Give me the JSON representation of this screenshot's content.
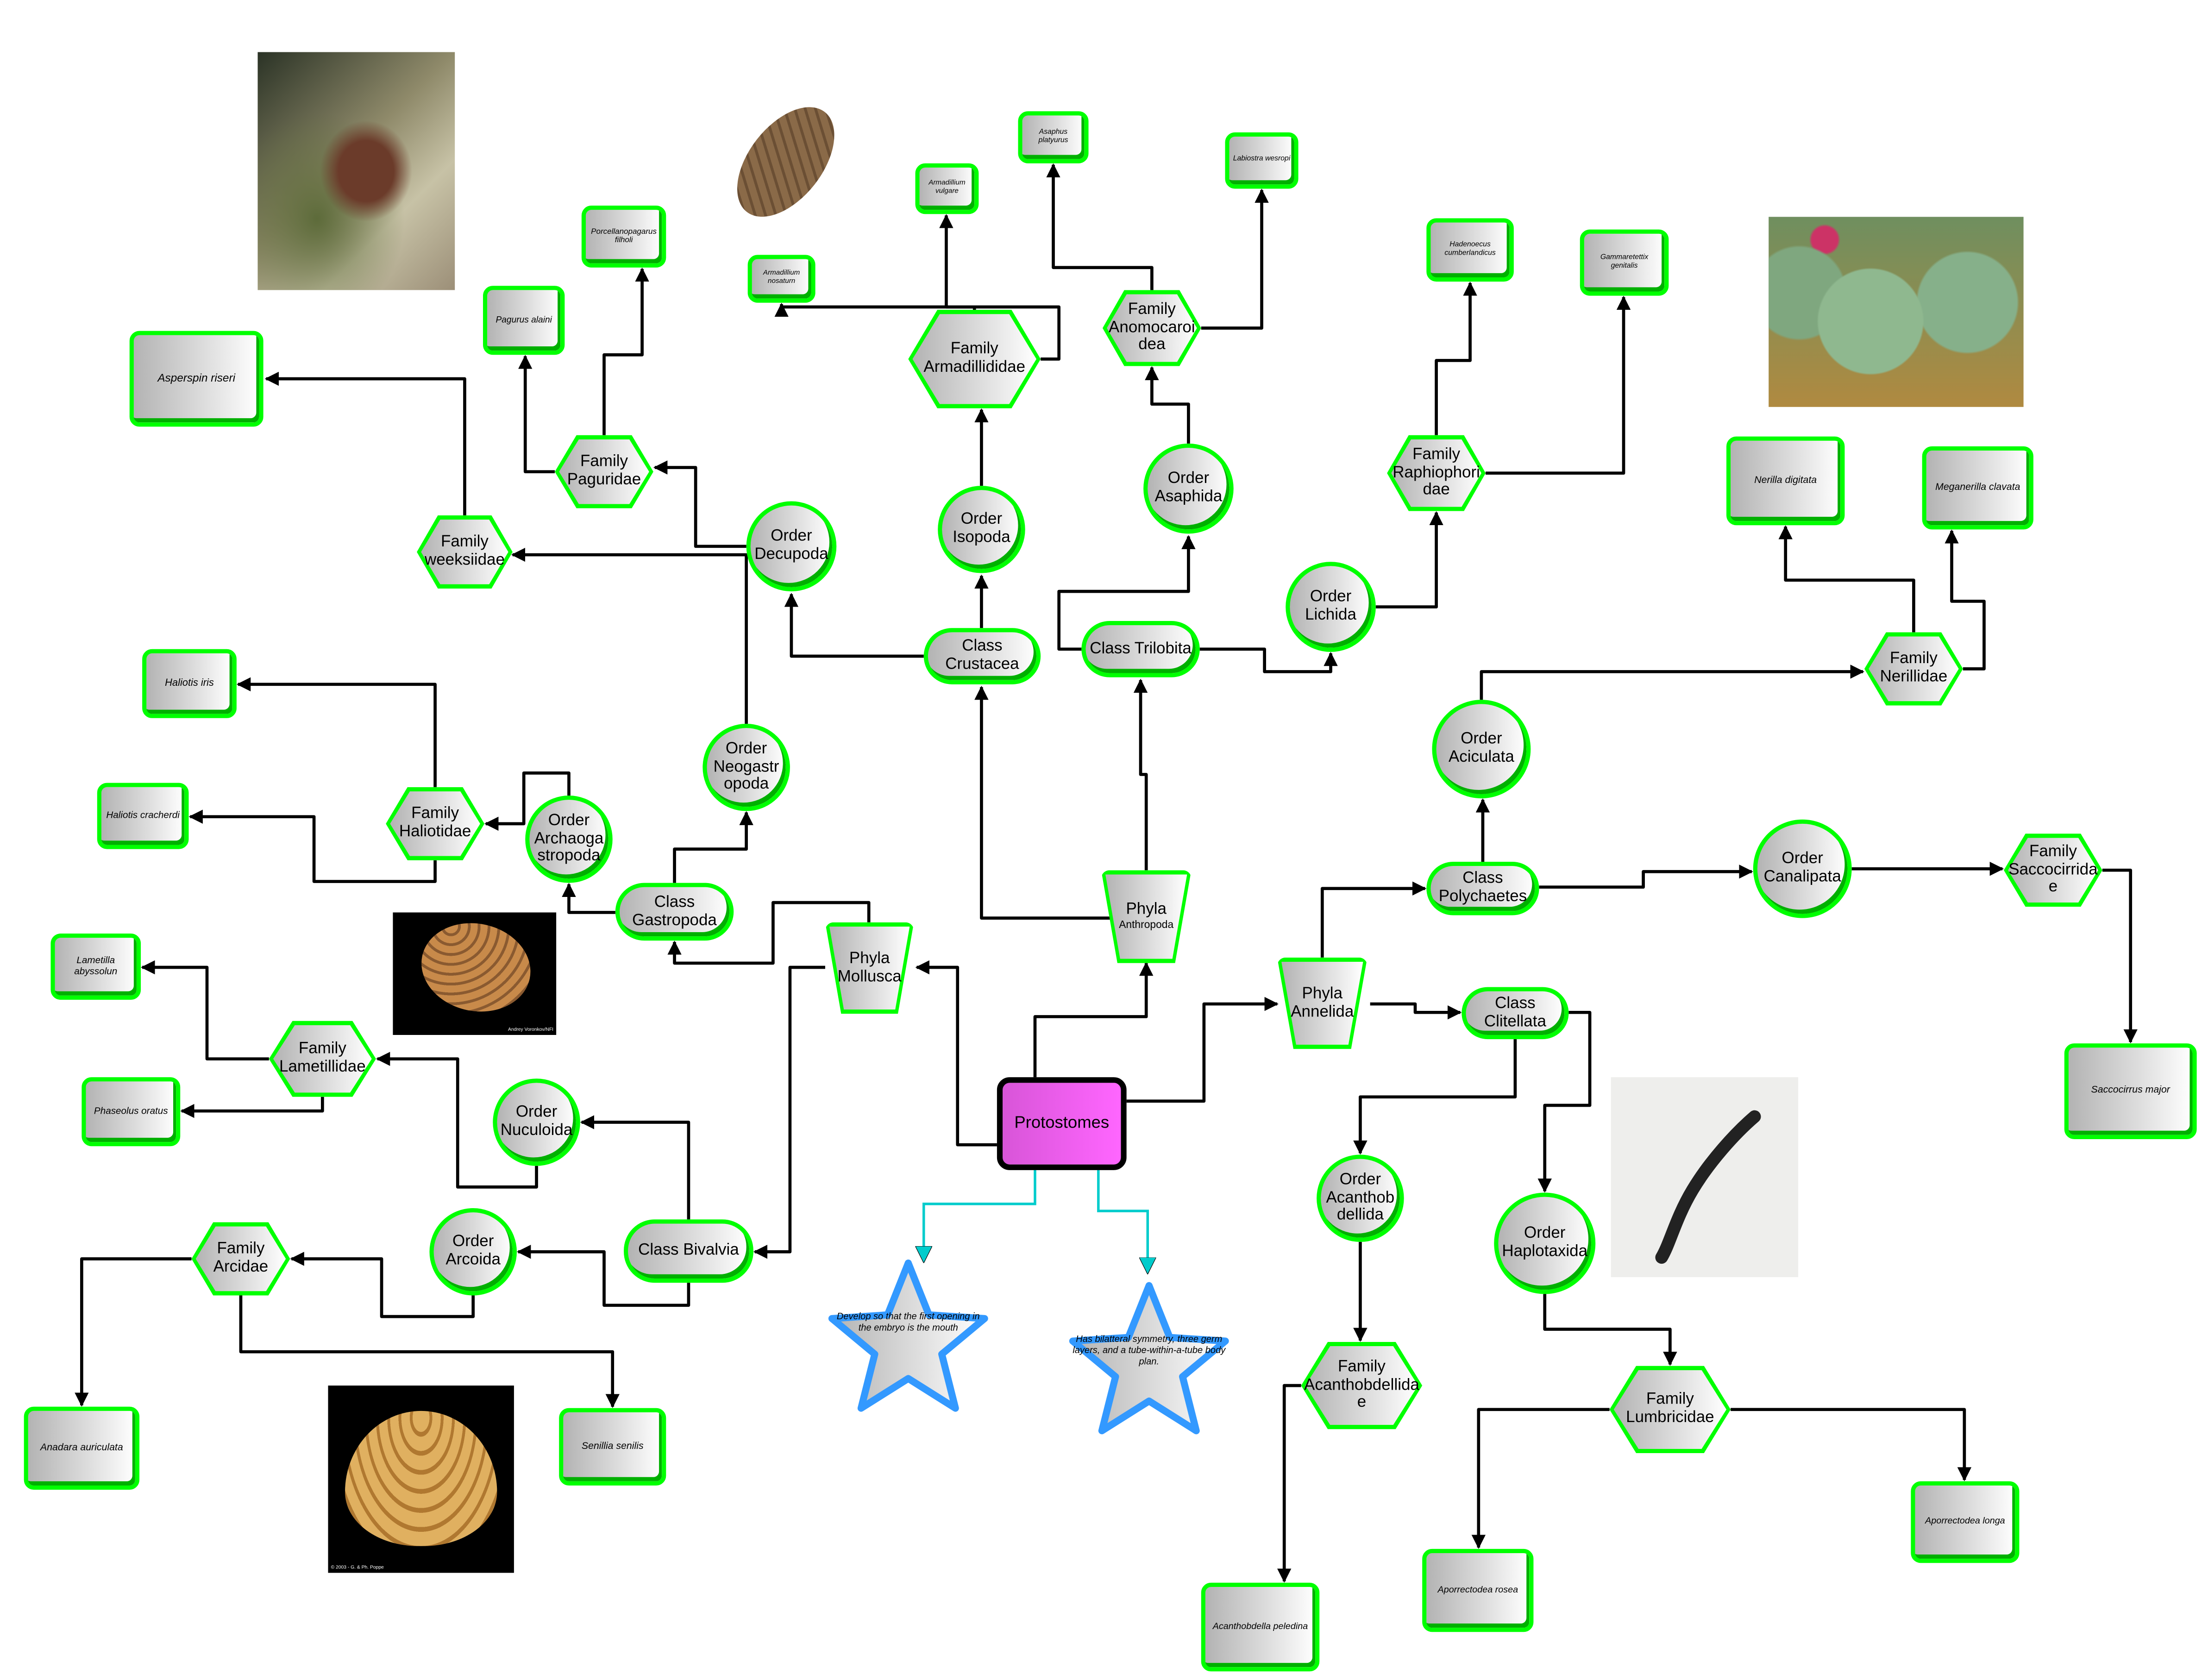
{
  "title": "Protostomes",
  "nodes": {
    "protostomes": "Protostomes",
    "phyla_anthropoda_title": "Phyla",
    "phyla_anthropoda_sub": "Anthropoda",
    "phyla_mollusca": "Phyla Mollusca",
    "phyla_annelida": "Phyla Annelida",
    "class_crustacea": "Class Crustacea",
    "class_trilobita": "Class Trilobita",
    "class_gastropoda": "Class Gastropoda",
    "class_bivalvia": "Class Bivalvia",
    "class_polychaetes": "Class Polychaetes",
    "class_clitellata": "Class Clitellata",
    "order_decupoda": "Order Decupoda",
    "order_isopoda": "Order Isopoda",
    "order_asaphida": "Order Asaphida",
    "order_lichida": "Order Lichida",
    "order_neogastropoda": "Order Neogastropoda",
    "order_archaogastropoda": "Order Archaogastropoda",
    "order_nuculoida": "Order Nuculoida",
    "order_arcoida": "Order Arcoida",
    "order_aciculata": "Order Aciculata",
    "order_canalipata": "Order Canalipata",
    "order_acanthobdellida": "Order Acanthobdellida",
    "order_haplotaxida": "Order Haplotaxida",
    "family_armadillididae": "Family Armadillididae",
    "family_anomocaroidea": "Family Anomocaroidea",
    "family_paguridae": "Family Paguridae",
    "family_weeksiidae": "Family weeksiidae",
    "family_haliotidae": "Family Haliotidae",
    "family_lametillidae": "Family Lametillidae",
    "family_arcidae": "Family Arcidae",
    "family_raphiophoridae": "Family Raphiophoridae",
    "family_nerillidae": "Family Nerillidae",
    "family_saccocirridae": "Family Saccocirridae",
    "family_acanthobdellidae": "Family Acanthobdellidae",
    "family_lumbricidae": "Family Lumbricidae",
    "asperspin_riseri": "Asperspin riseri",
    "pagurus_alaini": "Pagurus alaini",
    "porcellanopagarus_filholi": "Porcellanopagarus filholi",
    "armadillium_nosaturn": "Armadillium nosaturn",
    "armadillium_vulgare": "Armadillium vulgare",
    "asaphus_platyurus": "Asaphus platyurus",
    "labiostra_wesropi": "Labiostra wesropi",
    "hadenoecus_cumberlandicus": "Hadenoecus cumberlandicus",
    "gammaretettix_genitalis": "Gammaretettix genitalis",
    "nerilla_digitata": "Nerilla digitata",
    "meganerilla_clavata": "Meganerilla clavata",
    "haliotis_iris": "Haliotis iris",
    "haliotis_cracherdi": "Haliotis cracherdi",
    "lametilla_abyssolun": "Lametilla abyssolun",
    "phaseolus_oratus": "Phaseolus oratus",
    "anadara_auriculata": "Anadara auriculata",
    "senillia_senilis": "Senillia senilis",
    "saccocirrus_major": "Saccocirrus major",
    "acanthobdella_peledina": "Acanthobdella peledina",
    "aporrectodea_rosea": "Aporrectodea rosea",
    "aporrectodea_longa": "Aporrectodea longa"
  },
  "notes": {
    "deuterostome_mouth": "Develop so that the first opening in the embryo is the mouth",
    "body_plan": "Has bilatteral symmetry, three germ layers, and a tube-within-a-tube body plan."
  },
  "images": {
    "crab": "crab-photo",
    "isopod": "isopod-photo",
    "cactus": "cactus-photo",
    "clam": "clam-photo",
    "clam_caption": "Andrey Voronkov/NFI",
    "shell": "shell-photo",
    "shell_caption": "© 2003 - G. & Ph. Poppe",
    "leech": "leech-photo"
  },
  "colors": {
    "node_border": "#00ff00",
    "root_fill": "#ff66ff",
    "note_border": "#3399ff",
    "note_arrow": "#00cccc",
    "edge": "#000000"
  }
}
